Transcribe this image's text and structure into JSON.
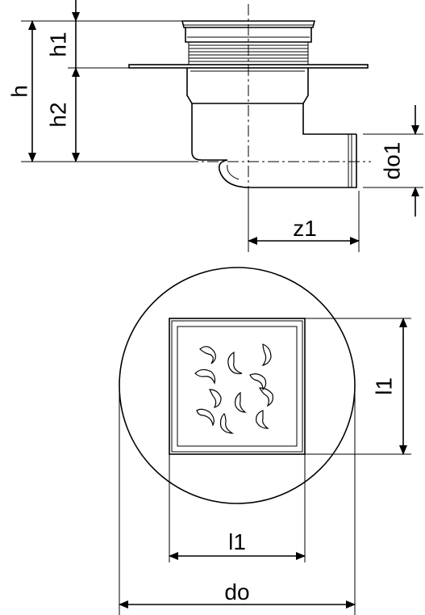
{
  "labels": {
    "h": "h",
    "h1": "h1",
    "h2": "h2",
    "do1": "do1",
    "z1": "z1",
    "l1_right": "l1",
    "l1_bottom": "l1",
    "do": "do"
  },
  "colors": {
    "line": "#000000",
    "background": "#ffffff"
  }
}
